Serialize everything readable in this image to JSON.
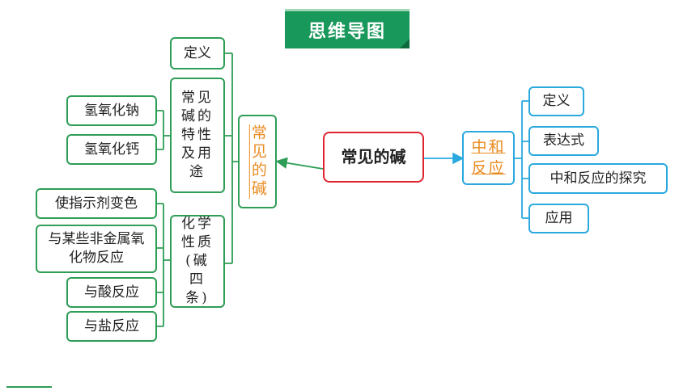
{
  "banner": {
    "title": "思维导图"
  },
  "center": {
    "label": "常见的碱"
  },
  "left_branch": {
    "label": "常见的碱",
    "properties": {
      "label": "常见碱的特性及用途",
      "items": [
        "氢氧化钠",
        "氢氧化钙"
      ]
    },
    "definition": {
      "label": "定义"
    },
    "chemical": {
      "label": "化学性质(碱四条)",
      "items": [
        "使指示剂变色",
        "与某些非金属氧化物反应",
        "与酸反应",
        "与盐反应"
      ]
    }
  },
  "right_branch": {
    "label": "中和反应",
    "items": [
      "定义",
      "表达式",
      "中和反应的探究",
      "应用"
    ]
  },
  "colors": {
    "green": "#2e9d55",
    "blue": "#29a9de",
    "red": "#e0242f",
    "orange": "#ea8a1e",
    "banner": "#18985a"
  }
}
